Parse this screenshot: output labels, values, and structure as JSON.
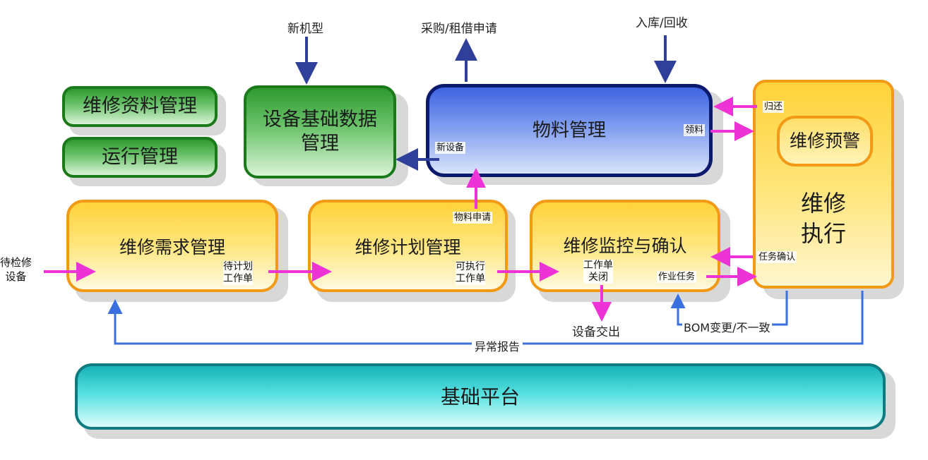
{
  "boxes": {
    "maint_docs": "维修资料管理",
    "operation": "运行管理",
    "equip_base_line1": "设备基础数据",
    "equip_base_line2": "管理",
    "material": "物料管理",
    "maint_warning": "维修预警",
    "maint_exec_line1": "维修",
    "maint_exec_line2": "执行",
    "maint_demand": "维修需求管理",
    "maint_plan": "维修计划管理",
    "maint_monitor": "维修监控与确认",
    "platform": "基础平台"
  },
  "labels": {
    "new_model": "新机型",
    "purchase_lease": "采购/租借申请",
    "warehouse_recycle": "入库/回收",
    "return": "归还",
    "pick_material": "领料",
    "new_equipment": "新设备",
    "material_request": "物料申请",
    "pending_line1": "待检修",
    "pending_line2": "设备",
    "to_plan_line1": "待计划",
    "to_plan_line2": "工作单",
    "executable_line1": "可执行",
    "executable_line2": "工作单",
    "wo_close_line1": "工作单",
    "wo_close_line2": "关闭",
    "task_confirm": "任务确认",
    "work_task": "作业任务",
    "handover": "设备交出",
    "bom_change": "BOM变更/不一致",
    "exception_report": "异常报告"
  },
  "colors": {
    "flow_arrow": "#2f3f9a",
    "action_arrow": "#ee33d6",
    "feedback_line": "#3a6fe0"
  }
}
